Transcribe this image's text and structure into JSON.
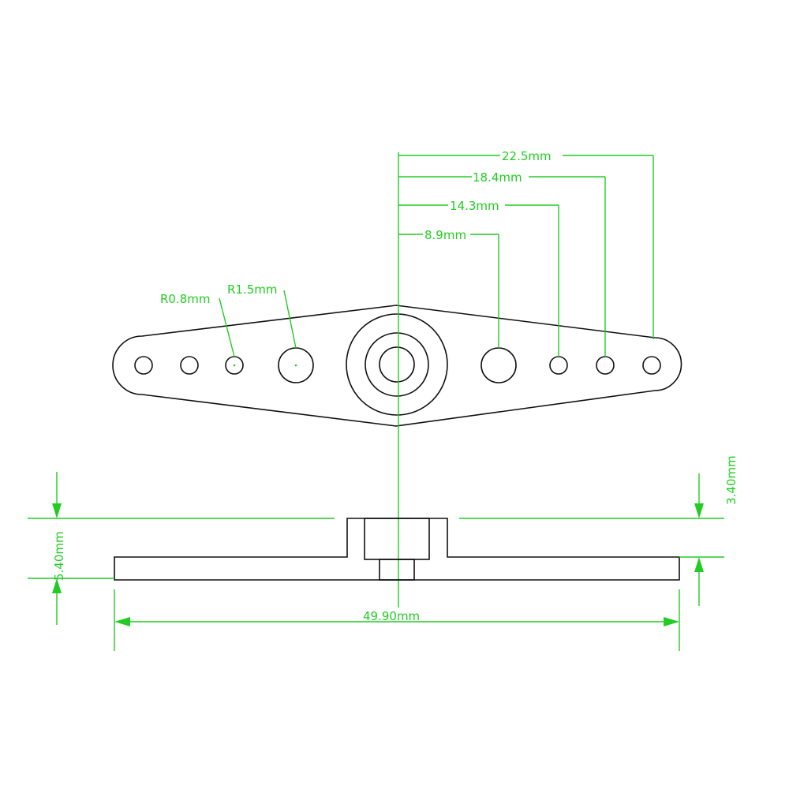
{
  "drawing": {
    "dimension_color": "#22cc22",
    "outline_color": "#111111",
    "labels": {
      "dim_22_5": "22.5mm",
      "dim_18_4": "18.4mm",
      "dim_14_3": "14.3mm",
      "dim_8_9": "8.9mm",
      "radius_small": "R0.8mm",
      "radius_large": "R1.5mm",
      "height_total": "5.40mm",
      "height_hub": "3.40mm",
      "length_total": "49.90mm"
    }
  }
}
